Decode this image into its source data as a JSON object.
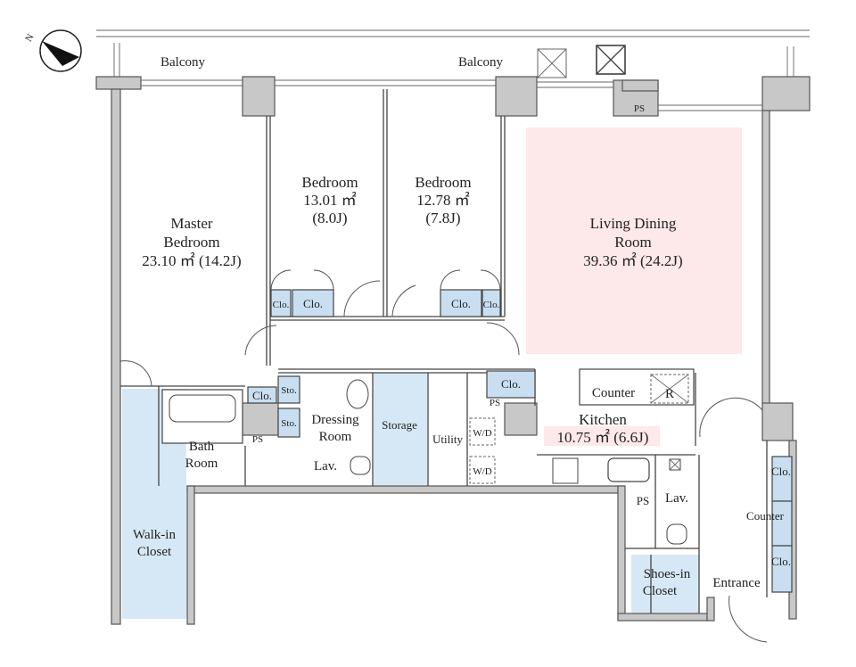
{
  "compass": {
    "north_label": "N"
  },
  "balconies": {
    "left": "Balcony",
    "right": "Balcony"
  },
  "rooms": {
    "master_bedroom": {
      "line1": "Master",
      "line2": "Bedroom",
      "area": "23.10 ㎡ (14.2J)"
    },
    "bedroom_1": {
      "name": "Bedroom",
      "area": "13.01 ㎡",
      "jo": "(8.0J)"
    },
    "bedroom_2": {
      "name": "Bedroom",
      "area": "12.78 ㎡",
      "jo": "(7.8J)"
    },
    "living": {
      "line1": "Living Dining",
      "line2": "Room",
      "area": "39.36 ㎡ (24.2J)"
    },
    "kitchen": {
      "name": "Kitchen",
      "area": "10.75 ㎡ (6.6J)"
    },
    "bath": {
      "line1": "Bath",
      "line2": "Room"
    },
    "dressing": {
      "line1": "Dressing",
      "line2": "Room"
    },
    "walkin": {
      "line1": "Walk-in",
      "line2": "Closet"
    },
    "shoes": {
      "line1": "Shoes-in",
      "line2": "Closet"
    }
  },
  "labels": {
    "clo": "Clo.",
    "sto": "Sto.",
    "ps": "PS",
    "storage": "Storage",
    "utility": "Utility",
    "wd": "W/D",
    "lav": "Lav.",
    "counter": "Counter",
    "r": "R",
    "entrance": "Entrance"
  },
  "colors": {
    "living_highlight": "#fde8ea",
    "closet_blue": "#d6e8f5",
    "wall": "#c8c8c8"
  }
}
